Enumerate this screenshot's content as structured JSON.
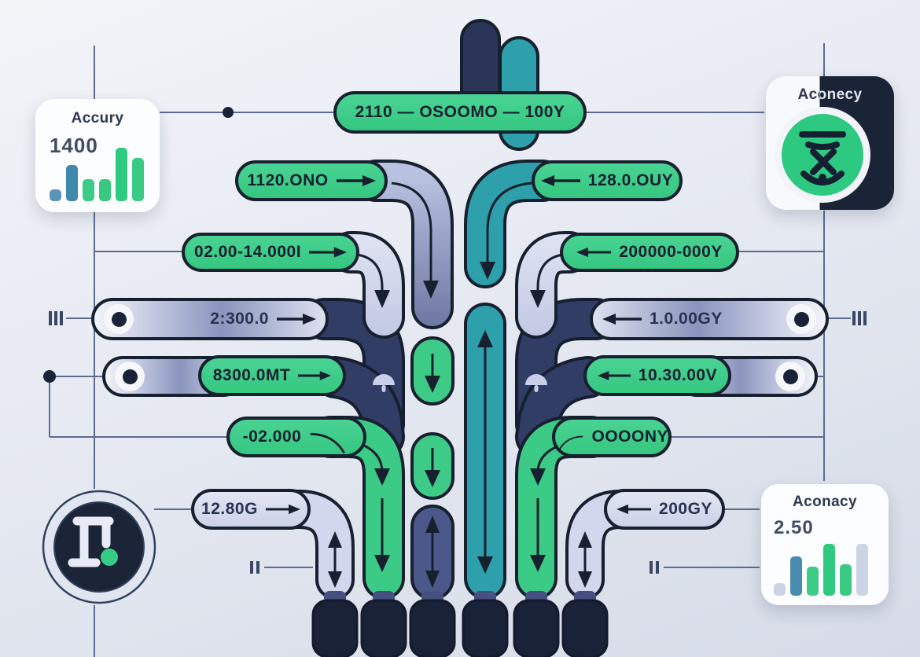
{
  "pills": {
    "top": {
      "label": "2110 — OSOOMO — 100Y"
    },
    "left": [
      {
        "label": "1120.ONO"
      },
      {
        "label": "02.00-14.000I"
      },
      {
        "label": "2:300.0"
      },
      {
        "label": "8300.0MT"
      },
      {
        "label": "-02.000"
      },
      {
        "label": "12.80G"
      }
    ],
    "right": [
      {
        "label": "128.0.OUY"
      },
      {
        "label": "200000-000Y"
      },
      {
        "label": "1.0.00GY"
      },
      {
        "label": "10.30.00V"
      },
      {
        "label": "OOOONY"
      },
      {
        "label": "200GY"
      }
    ]
  },
  "cards": {
    "top_left": {
      "title": "Accury",
      "value": "1400"
    },
    "top_right": {
      "title": "Aconecy"
    },
    "bottom_right": {
      "title": "Aconacy",
      "value": "2.50"
    }
  },
  "chart_data": [
    {
      "type": "bar",
      "title": "Accury",
      "value_label": "1400",
      "values": [
        15,
        46,
        28,
        28,
        68,
        55
      ],
      "colors": [
        "#5e93b8",
        "#4188ac",
        "#3ecb87",
        "#38c87f",
        "#2fc97f",
        "#3bca84"
      ]
    },
    {
      "type": "bar",
      "title": "Aconacy",
      "value_label": "2.50",
      "values": [
        16,
        50,
        37,
        66,
        40,
        66
      ],
      "colors": [
        "#ccd3e5",
        "#4a8cb0",
        "#3ecb87",
        "#2fc97f",
        "#3bca84",
        "#ccd3e5"
      ]
    }
  ],
  "colors": {
    "green": "#3ecb87",
    "teal": "#2da0ac",
    "navy": "#1b2337",
    "slate_tube": "#323d66",
    "lavender": "#ced5ec",
    "outline": "#17202f",
    "line": "#5d6b8f"
  }
}
